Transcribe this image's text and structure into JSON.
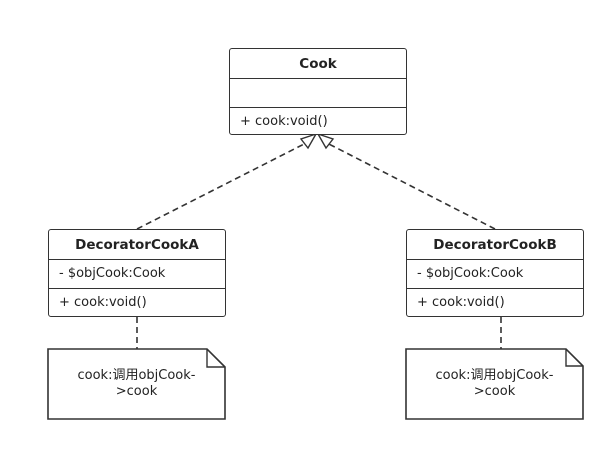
{
  "diagram": {
    "base_class": {
      "name": "Cook",
      "attributes": [],
      "methods": [
        "+ cook:void()"
      ]
    },
    "decorators": [
      {
        "name": "DecoratorCookA",
        "attributes": [
          "- $objCook:Cook"
        ],
        "methods": [
          "+ cook:void()"
        ],
        "note": [
          "cook:调用objCook-",
          ">cook"
        ]
      },
      {
        "name": "DecoratorCookB",
        "attributes": [
          "- $objCook:Cook"
        ],
        "methods": [
          "+ cook:void()"
        ],
        "note": [
          "cook:调用objCook-",
          ">cook"
        ]
      }
    ],
    "colors": {
      "line": "#333333",
      "background": "#ffffff",
      "text": "#222222"
    }
  }
}
